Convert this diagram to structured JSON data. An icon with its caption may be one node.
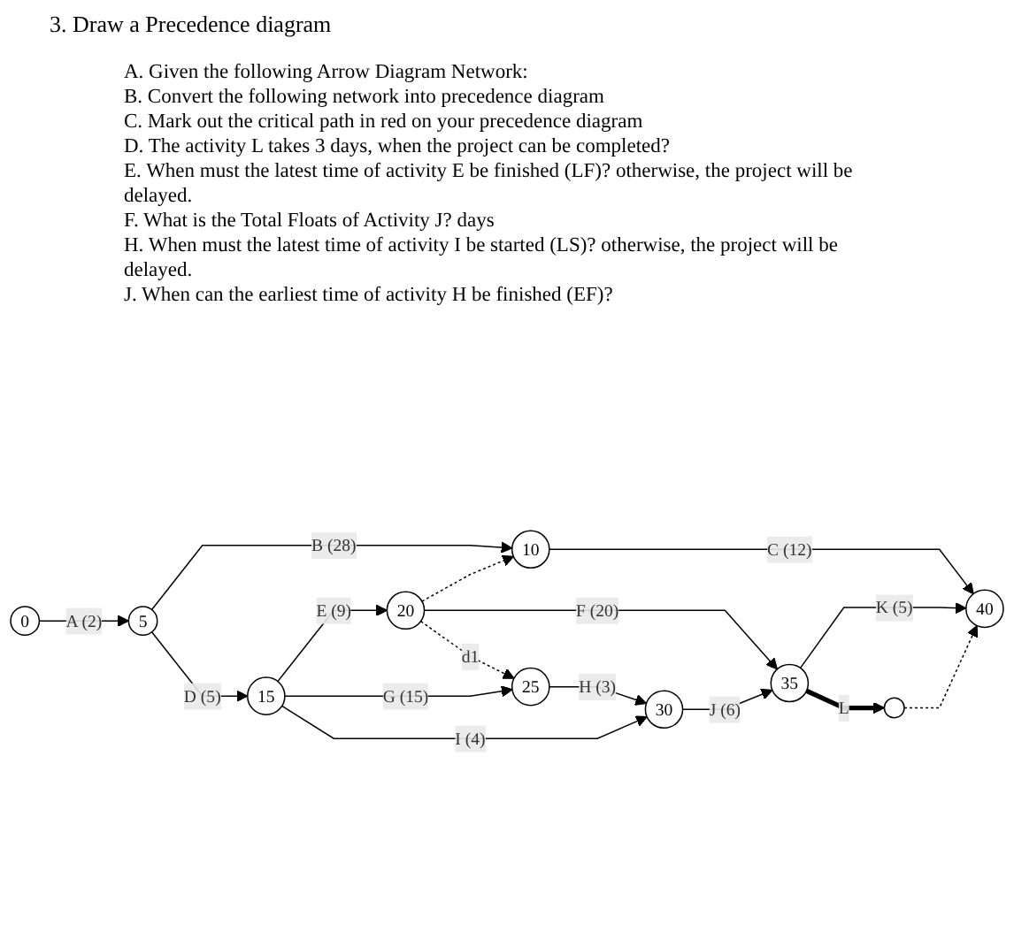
{
  "diagram": {
    "title": "3. Draw a Precedence diagram",
    "nodes": [
      {
        "text": [
          "0"
        ]
      },
      {
        "text": [
          "5"
        ]
      },
      {
        "text": [
          "10"
        ]
      },
      {
        "text": [
          "15"
        ]
      },
      {
        "text": [
          "20"
        ]
      },
      {
        "text": [
          "25"
        ]
      },
      {
        "text": [
          "30"
        ]
      },
      {
        "text": [
          "35"
        ]
      },
      {
        "text": [
          "40"
        ]
      },
      {
        "text": [],
        "shape": "circle"
      }
    ],
    "edges": [
      {
        "from": 0,
        "to": 1,
        "arrow": "to",
        "label": "A (2)"
      },
      {
        "from": 1,
        "to": 2,
        "arrow": "to",
        "label": "B (28)"
      },
      {
        "from": 2,
        "to": 8,
        "arrow": "to",
        "label": "C (12)"
      },
      {
        "from": 3,
        "to": 4,
        "arrow": "to",
        "label": "E (9)"
      },
      {
        "from": 4,
        "to": 2,
        "arrow": "to",
        "style": "dashed"
      },
      {
        "from": 4,
        "to": 7,
        "arrow": "to",
        "label": "F (20)"
      },
      {
        "from": 4,
        "to": 5,
        "arrow": "to",
        "label": "d1",
        "style": "dashed"
      },
      {
        "from": 1,
        "to": 3,
        "arrow": "to",
        "label": "D (5)"
      },
      {
        "from": 3,
        "to": 5,
        "arrow": "to",
        "label": "G (15)"
      },
      {
        "from": 5,
        "to": 6,
        "arrow": "to",
        "label": "H (3)"
      },
      {
        "from": 3,
        "to": 6,
        "arrow": "to",
        "label": "I (4)"
      },
      {
        "from": 6,
        "to": 7,
        "arrow": "to",
        "label": "J (6)"
      },
      {
        "from": 7,
        "to": 8,
        "arrow": "to",
        "label": "K (5)"
      },
      {
        "from": 7,
        "to": 9,
        "arrow": "to",
        "label": "L",
        "style": "thick"
      },
      {
        "from": 9,
        "to": 8,
        "arrow": "to",
        "style": "dashed"
      }
    ],
    "labels": [
      "A. Given the following Arrow Diagram Network:",
      "B. Convert the following network into precedence diagram",
      "C. Mark out the critical path in red on your precedence diagram",
      "D. The activity L takes 3 days, when the project can be completed?",
      "E. When must the latest time of activity E be finished (LF)? otherwise, the project will be delayed.",
      "F. What is the Total Floats of Activity J? days",
      "H. When must the latest time of activity I be started (LS)? otherwise, the project will be delayed.",
      "J. When can the earliest time of activity H be finished (EF)?"
    ]
  }
}
